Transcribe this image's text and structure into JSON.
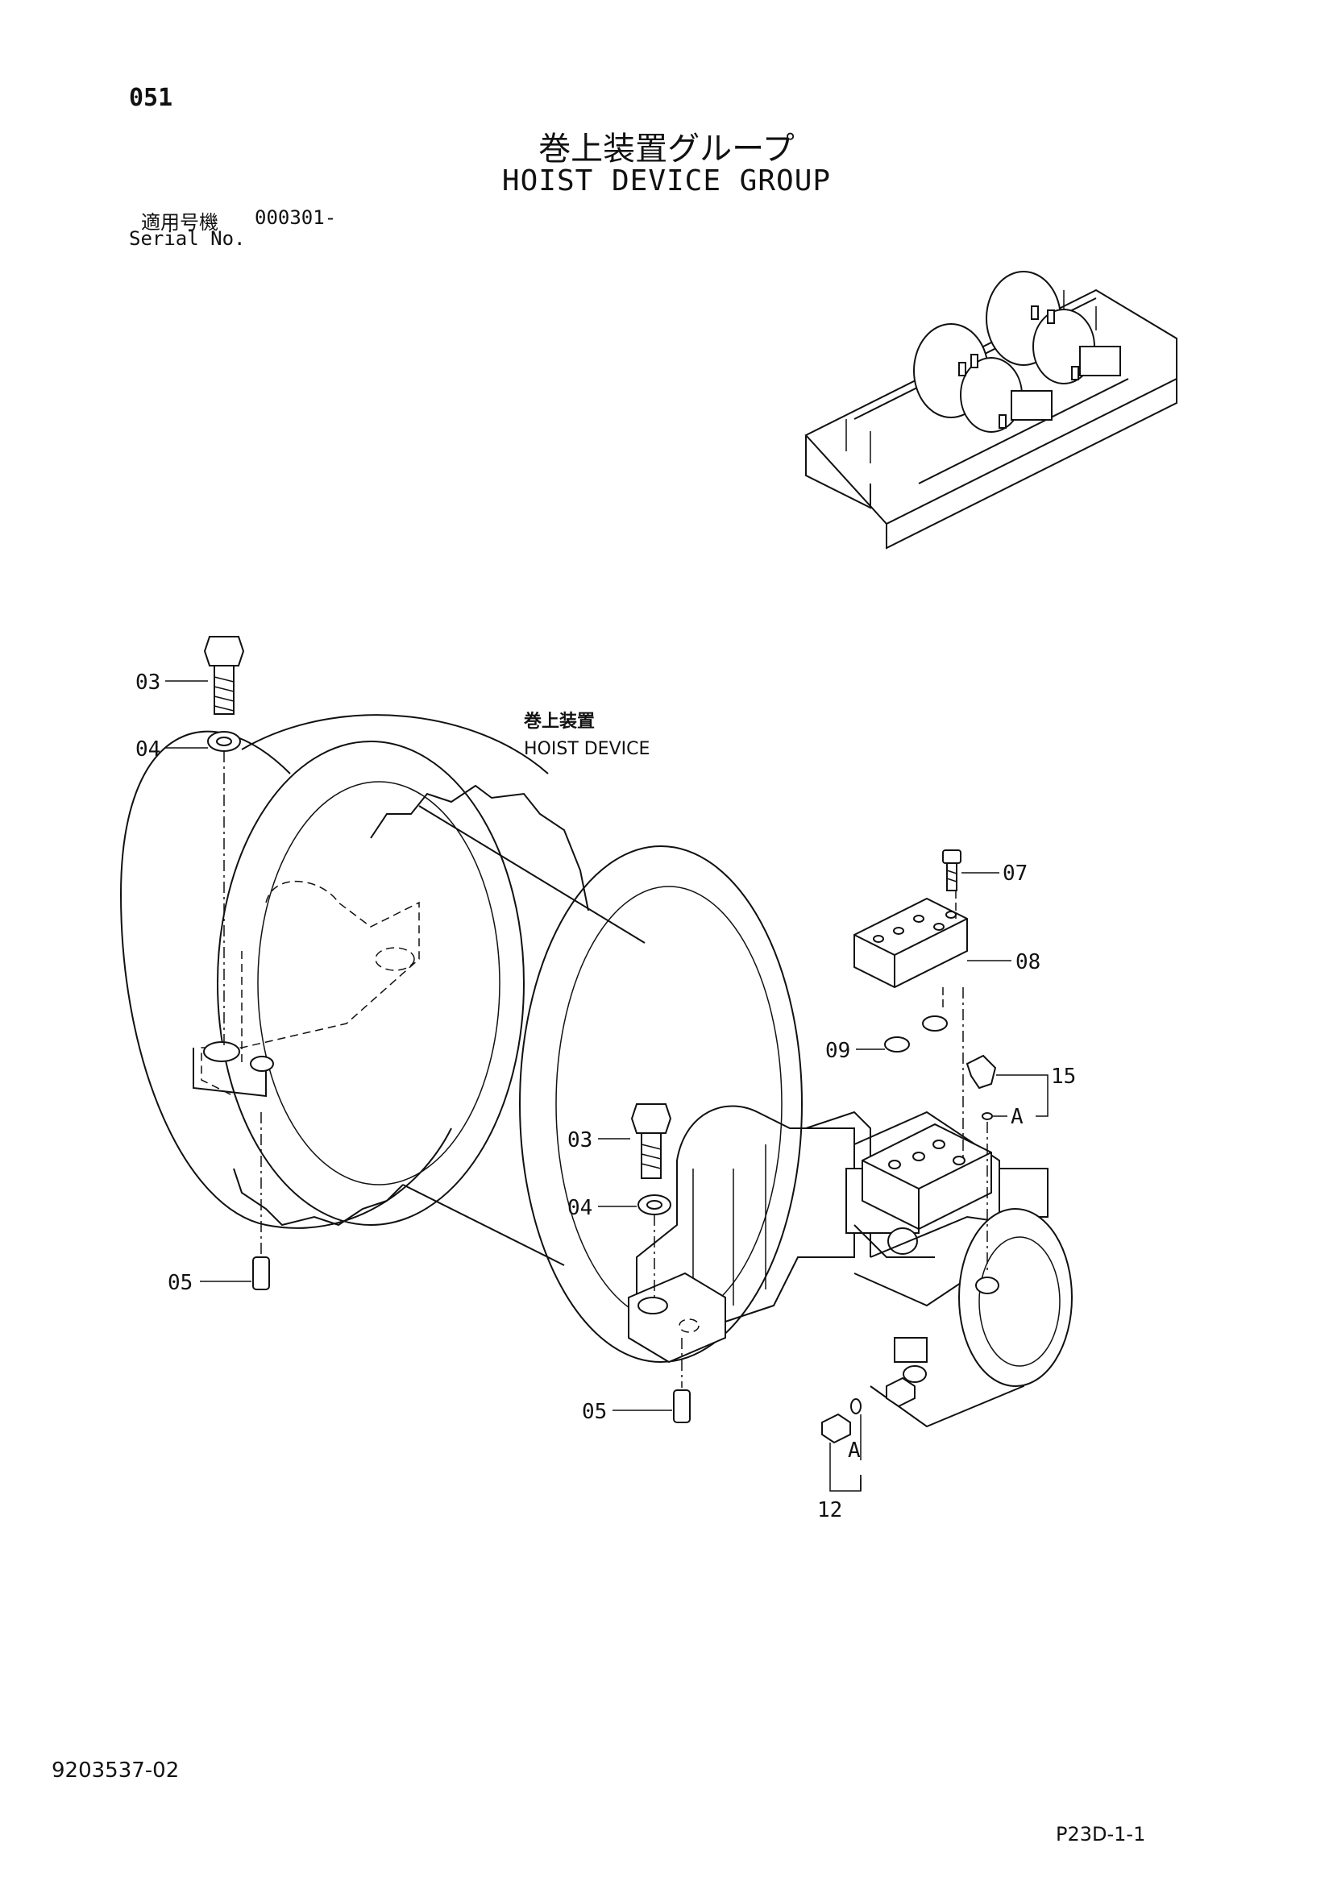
{
  "header": {
    "page_number": "051",
    "title_jp": "巻上装置グループ",
    "title_en": "HOIST DEVICE GROUP",
    "serial_label_jp": "適用号機",
    "serial_value": "000301-",
    "serial_label_en": "Serial No."
  },
  "diagram": {
    "main_label_jp": "巻上装置",
    "main_label_en": "HOIST DEVICE",
    "callouts": {
      "c03_left": "03",
      "c04_left": "04",
      "c05_left": "05",
      "c07": "07",
      "c08": "08",
      "c09": "09",
      "c15": "15",
      "cA_right": "A",
      "c03_mid": "03",
      "c04_mid": "04",
      "c05_mid": "05",
      "cA_low": "A",
      "c12": "12"
    }
  },
  "footer": {
    "document_number": "9203537-02",
    "page_ref": "P23D-1-1"
  }
}
